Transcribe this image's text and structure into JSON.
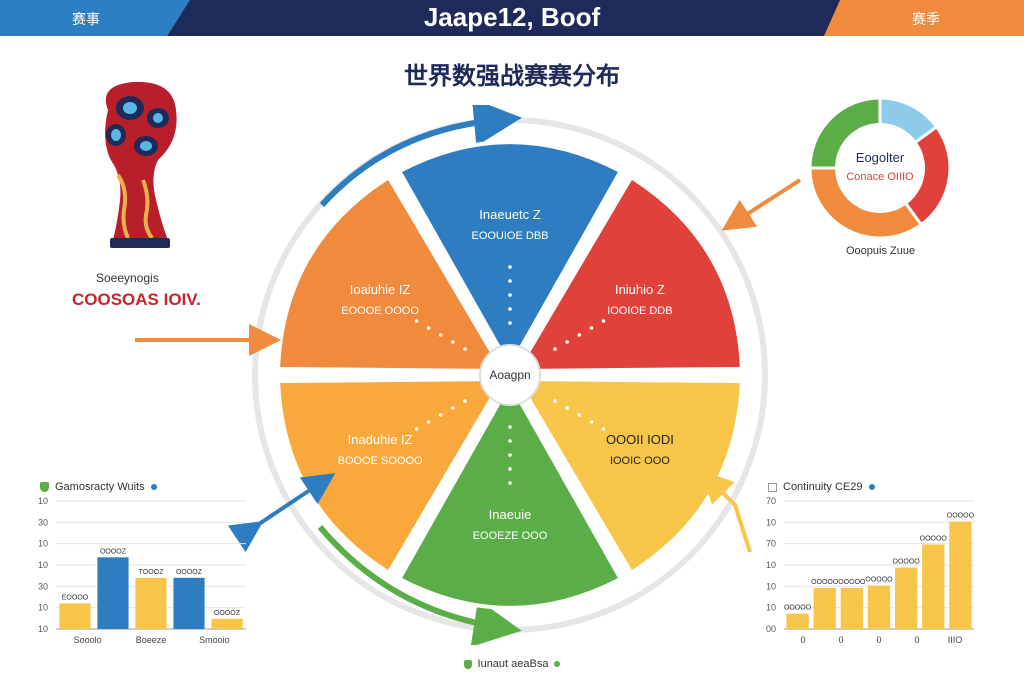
{
  "header": {
    "left_label": "赛事",
    "title": "Jaape12, Boof",
    "right_label": "赛季"
  },
  "main_title": "世界数强战赛赛分布",
  "logo": {
    "caption_line1": "Soeeynogis",
    "caption_line2": "COOSOAS IOIV."
  },
  "wheel": {
    "center_label": "Aoagpn",
    "segments": [
      {
        "title": "Inaeuetc Z",
        "sub": "EOOUIOE DBB",
        "color": "#2f7dc1"
      },
      {
        "title": "Iniuhio Z",
        "sub": "IOOIOE DDB",
        "color": "#e0413a"
      },
      {
        "title": "OOOII IODI",
        "sub": "IOOIC OOO",
        "color": "#f7c548"
      },
      {
        "title": "Inaeuie",
        "sub": "EOOEZE OOO",
        "color": "#5aad47"
      },
      {
        "title": "Inaduhie IZ",
        "sub": "BOOOE SOOOO",
        "color": "#f9a93c"
      },
      {
        "title": "Ioaiuhie IZ",
        "sub": "EOOOE OOOO",
        "color": "#f08a3c"
      }
    ]
  },
  "donut": {
    "label_title": "Eogolter",
    "label_sub": "Conace OIIIO",
    "caption": "Ooopuis Zuue",
    "slices": [
      {
        "value": 15,
        "color": "#8ecbea"
      },
      {
        "value": 25,
        "color": "#e0413a"
      },
      {
        "value": 35,
        "color": "#f08a3c"
      },
      {
        "value": 25,
        "color": "#5aad47"
      }
    ]
  },
  "chart_data": [
    {
      "type": "bar",
      "title": "Gamosracty Wuits",
      "ylim": [
        0,
        50
      ],
      "y_ticks": [
        "10",
        "10",
        "30",
        "10",
        "10",
        "30",
        "10"
      ],
      "categories": [
        "Sooolo",
        "Boeeze",
        "Smooio"
      ],
      "values": [
        10,
        28,
        20,
        20,
        4
      ],
      "data_labels": [
        "EOOOO",
        "OOOOZ",
        "TOOOZ",
        "OOOOZ",
        "OOOOZ"
      ],
      "bar_colors": [
        "#f7c548",
        "#2f7dc1",
        "#f7c548",
        "#2f7dc1",
        "#f7c548"
      ]
    },
    {
      "type": "bar",
      "title": "Continuity CE29",
      "ylim": [
        0,
        50
      ],
      "y_ticks": [
        "00",
        "10",
        "10",
        "10",
        "70",
        "10",
        "70"
      ],
      "categories": [
        "0",
        "0",
        "0",
        "0",
        "IIIO"
      ],
      "values": [
        6,
        16,
        16,
        17,
        24,
        33,
        42
      ],
      "data_labels": [
        "OOOOO",
        "OOOOO",
        "OOOOO",
        "OOOOO",
        "OOOOO",
        "OOOOO",
        "OOOOO"
      ],
      "bar_colors": [
        "#f7c548",
        "#f7c548",
        "#f7c548",
        "#f7c548",
        "#f7c548",
        "#f7c548",
        "#f7c548"
      ]
    }
  ],
  "footer": {
    "label": "Iunaut aeaBsa"
  }
}
